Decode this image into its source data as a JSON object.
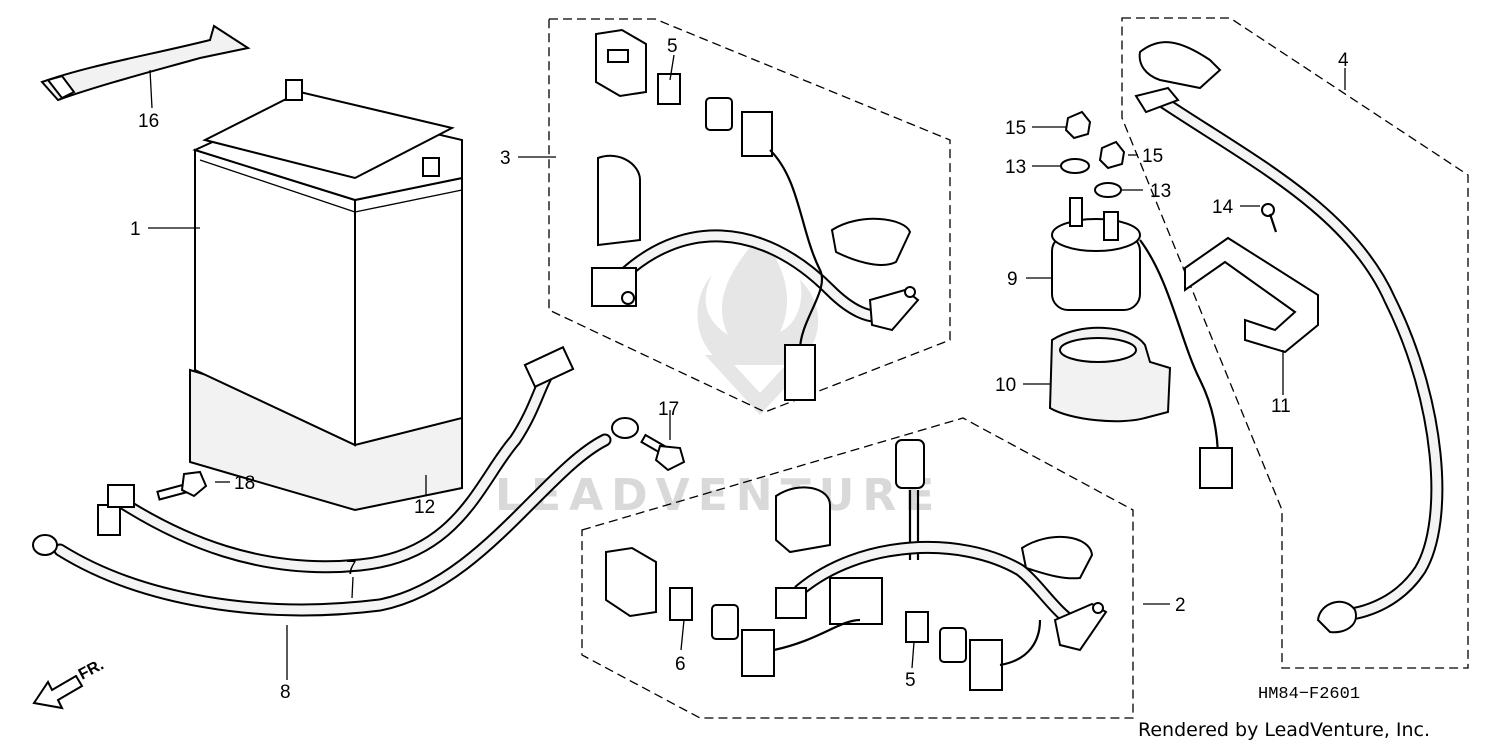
{
  "diagram": {
    "callouts": [
      "1",
      "2",
      "3",
      "4",
      "5",
      "5",
      "6",
      "7",
      "8",
      "9",
      "10",
      "11",
      "12",
      "13",
      "13",
      "14",
      "15",
      "15",
      "16",
      "17",
      "18"
    ],
    "drawing_code": "HM84−F2601",
    "credit": "Rendered by LeadVenture, Inc.",
    "direction_marker": "FR.",
    "watermark": "LEADVENTURE"
  }
}
